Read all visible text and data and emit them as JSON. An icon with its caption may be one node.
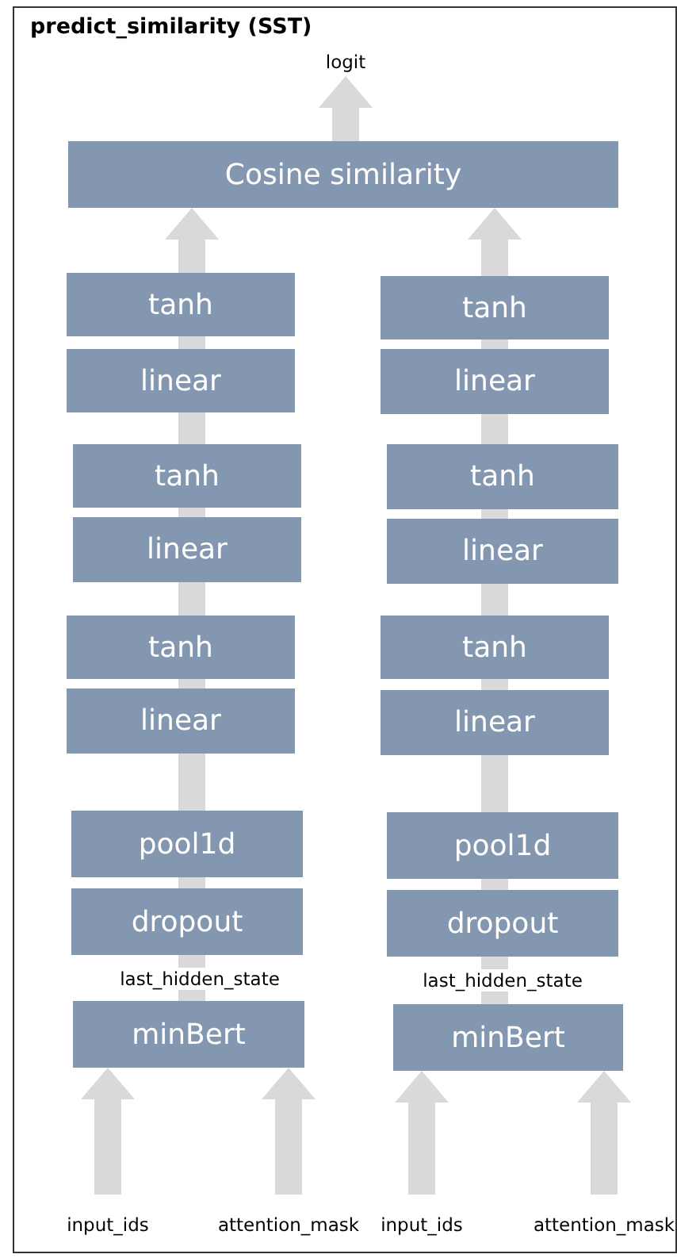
{
  "diagram": {
    "title": "predict_similarity (SST)",
    "nodes": [
      {
        "text": [
          "Cosine similarity"
        ]
      },
      {
        "text": [
          "logit"
        ]
      },
      {
        "text": [
          "tanh"
        ]
      },
      {
        "text": [
          "linear"
        ]
      },
      {
        "text": [
          "tanh"
        ]
      },
      {
        "text": [
          "linear"
        ]
      },
      {
        "text": [
          "tanh"
        ]
      },
      {
        "text": [
          "linear"
        ]
      },
      {
        "text": [
          "pool1d"
        ]
      },
      {
        "text": [
          "dropout"
        ]
      },
      {
        "text": [
          "minBert"
        ]
      },
      {
        "text": [
          "input_ids"
        ]
      },
      {
        "text": [
          "attention_mask"
        ]
      },
      {
        "text": [
          "tanh"
        ]
      },
      {
        "text": [
          "linear"
        ]
      },
      {
        "text": [
          "tanh"
        ]
      },
      {
        "text": [
          "linear"
        ]
      },
      {
        "text": [
          "tanh"
        ]
      },
      {
        "text": [
          "linear"
        ]
      },
      {
        "text": [
          "pool1d"
        ]
      },
      {
        "text": [
          "dropout"
        ]
      },
      {
        "text": [
          "minBert"
        ]
      },
      {
        "text": [
          "input_ids"
        ]
      },
      {
        "text": [
          "attention_mask"
        ]
      }
    ],
    "edges": [
      {
        "from": 0,
        "to": 1,
        "arrow": "to"
      },
      {
        "from": 10,
        "to": 9,
        "arrow": "none",
        "label": "last_hidden_state"
      },
      {
        "from": 9,
        "to": 8,
        "arrow": "none"
      },
      {
        "from": 8,
        "to": 7,
        "arrow": "none"
      },
      {
        "from": 7,
        "to": 6,
        "arrow": "none"
      },
      {
        "from": 6,
        "to": 5,
        "arrow": "none"
      },
      {
        "from": 5,
        "to": 4,
        "arrow": "none"
      },
      {
        "from": 4,
        "to": 3,
        "arrow": "none"
      },
      {
        "from": 3,
        "to": 2,
        "arrow": "none"
      },
      {
        "from": 2,
        "to": 0,
        "arrow": "to"
      },
      {
        "from": 11,
        "to": 10,
        "arrow": "to"
      },
      {
        "from": 12,
        "to": 10,
        "arrow": "to"
      },
      {
        "from": 21,
        "to": 20,
        "arrow": "none",
        "label": "last_hidden_state"
      },
      {
        "from": 20,
        "to": 19,
        "arrow": "none"
      },
      {
        "from": 19,
        "to": 18,
        "arrow": "none"
      },
      {
        "from": 18,
        "to": 17,
        "arrow": "none"
      },
      {
        "from": 17,
        "to": 16,
        "arrow": "none"
      },
      {
        "from": 16,
        "to": 15,
        "arrow": "none"
      },
      {
        "from": 15,
        "to": 14,
        "arrow": "none"
      },
      {
        "from": 14,
        "to": 13,
        "arrow": "none"
      },
      {
        "from": 13,
        "to": 0,
        "arrow": "to"
      },
      {
        "from": 22,
        "to": 21,
        "arrow": "to"
      },
      {
        "from": 23,
        "to": 21,
        "arrow": "to"
      }
    ]
  }
}
